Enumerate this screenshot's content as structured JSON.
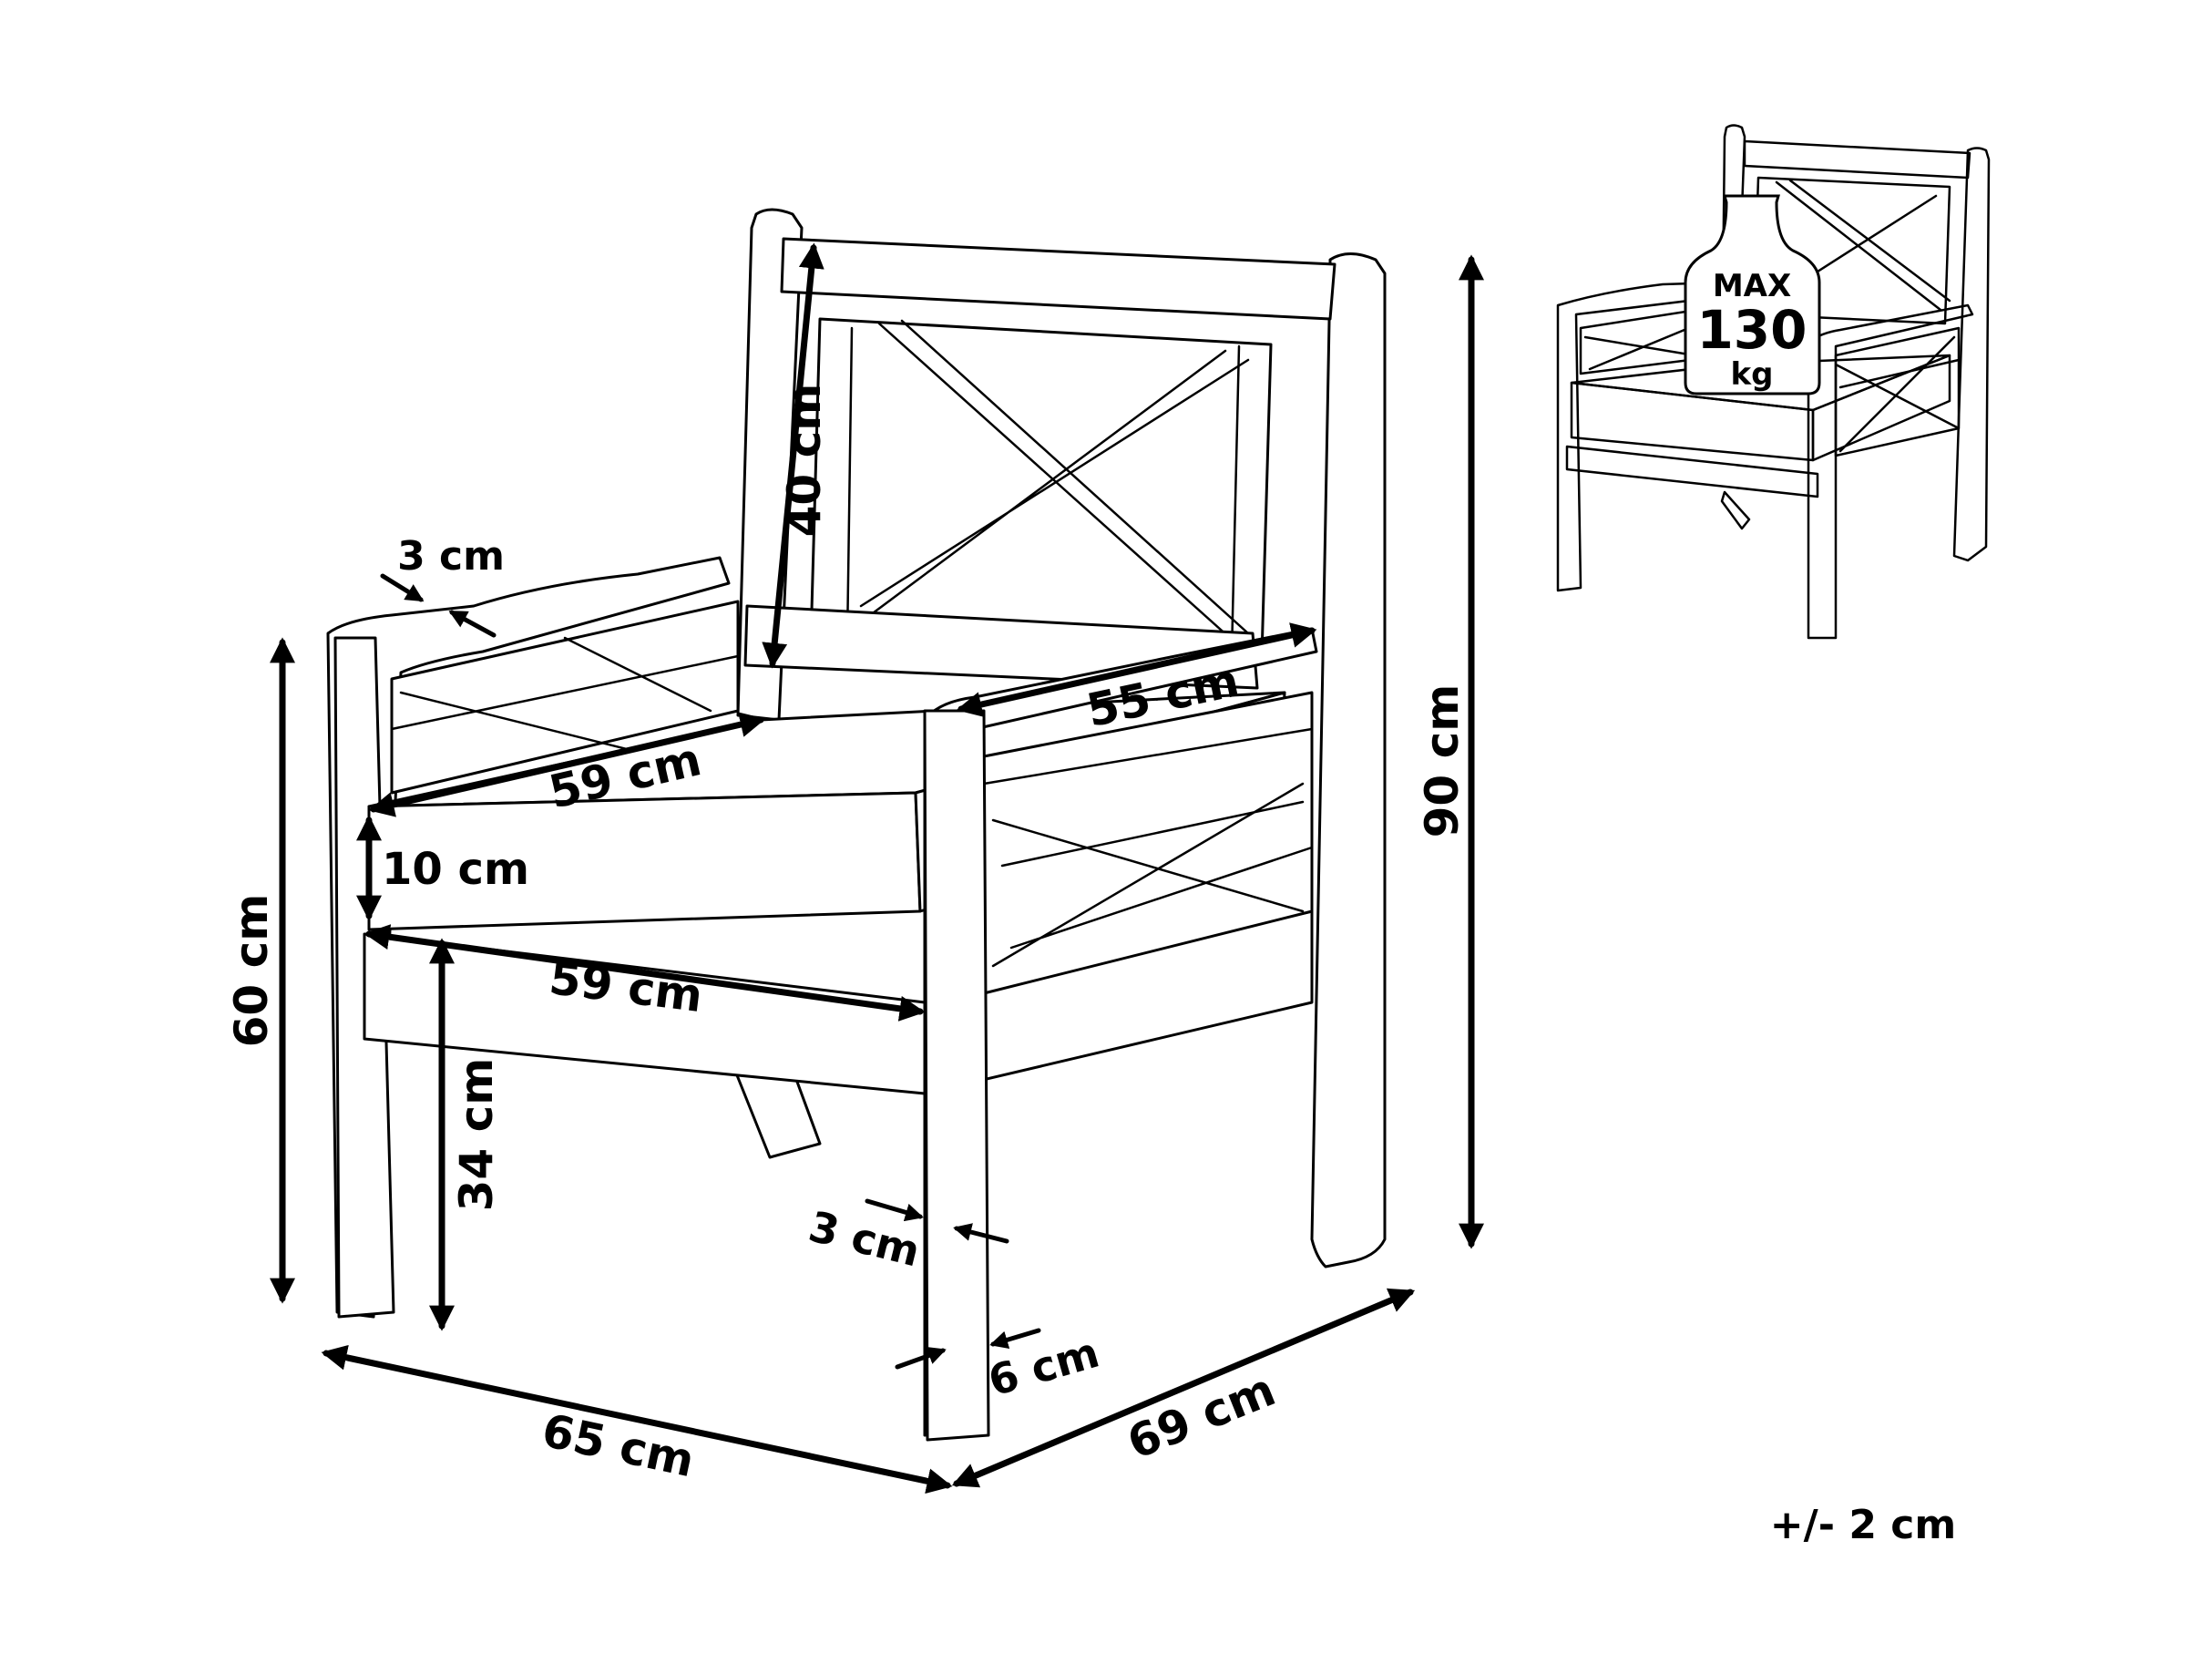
{
  "dimensions": {
    "back_height": "40 cm",
    "arm_thickness": "3 cm",
    "armrest_length": "55 cm",
    "seat_depth": "59 cm",
    "cushion_thickness": "10 cm",
    "seat_width": "59 cm",
    "arm_height": "60 cm",
    "seat_height": "34 cm",
    "total_height": "90 cm",
    "leg_depth": "3 cm",
    "leg_width": "6 cm",
    "total_width": "65 cm",
    "total_depth": "69 cm"
  },
  "max_load": {
    "line1": "MAX",
    "line2": "130",
    "line3": "kg"
  },
  "tolerance": "+/- 2 cm",
  "icons": [
    "chair-outline-icon",
    "weight-icon"
  ],
  "colors": {
    "line": "#000000",
    "background": "#ffffff"
  }
}
